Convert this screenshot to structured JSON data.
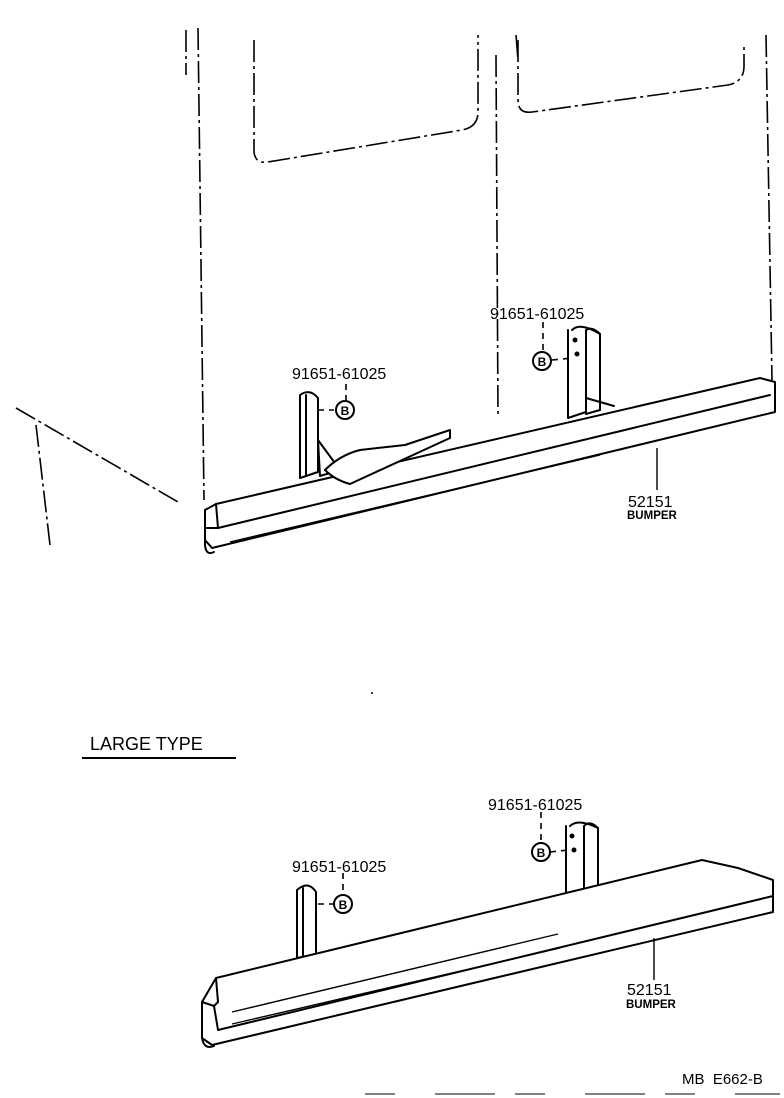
{
  "callouts": {
    "upper": {
      "left_bolt": {
        "part_number": "91651-61025",
        "symbol": "B"
      },
      "right_bolt": {
        "part_number": "91651-61025",
        "symbol": "B"
      },
      "bumper": {
        "part_number": "52151",
        "part_name": "BUMPER"
      }
    },
    "lower": {
      "left_bolt": {
        "part_number": "91651-61025",
        "symbol": "B"
      },
      "right_bolt": {
        "part_number": "91651-61025",
        "symbol": "B"
      },
      "bumper": {
        "part_number": "52151",
        "part_name": "BUMPER"
      }
    }
  },
  "section_title": "LARGE TYPE",
  "figure_code": "MB  E662-B"
}
